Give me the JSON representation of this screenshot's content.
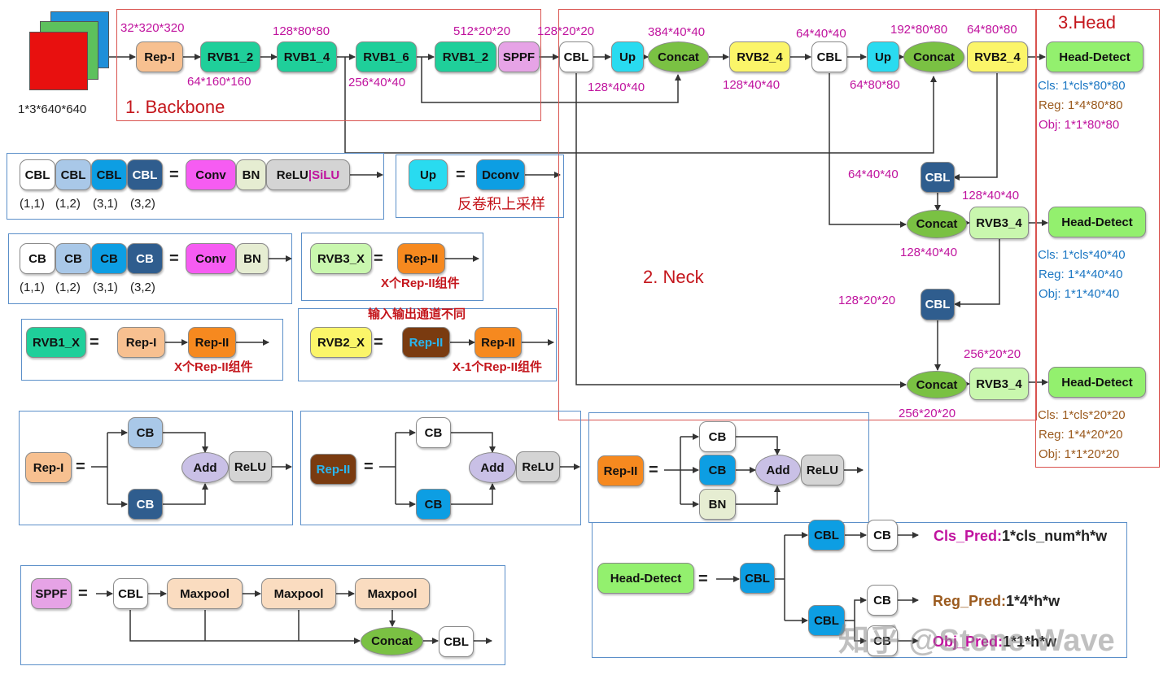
{
  "input": {
    "label": "1*3*640*640"
  },
  "sections": {
    "backbone": "1. Backbone",
    "neck": "2. Neck",
    "head": "3.Head"
  },
  "nodes": {
    "rep_i": "Rep-I",
    "rep_ii": "Rep-II",
    "rvb1_2": "RVB1_2",
    "rvb1_4": "RVB1_4",
    "rvb1_6": "RVB1_6",
    "sppf": "SPPF",
    "cbl": "CBL",
    "cb": "CB",
    "up": "Up",
    "concat": "Concat",
    "rvb2_4": "RVB2_4",
    "rvb3_4": "RVB3_4",
    "head_detect": "Head-Detect",
    "conv": "Conv",
    "bn": "BN",
    "relu": "ReLU",
    "silu": "SiLU",
    "dconv": "Dconv",
    "add": "Add",
    "maxpool": "Maxpool",
    "rvb3_x": "RVB3_X",
    "rvb1_x": "RVB1_X",
    "rvb2_x": "RVB2_X"
  },
  "dims": {
    "d32_320": "32*320*320",
    "d64_160": "64*160*160",
    "d128_80": "128*80*80",
    "d256_40": "256*40*40",
    "d512_20": "512*20*20",
    "d128_20": "128*20*20",
    "d384_40": "384*40*40",
    "d128_40": "128*40*40",
    "d64_40": "64*40*40",
    "d64_80": "64*80*80",
    "d192_80": "192*80*80",
    "d256_20": "256*20*20"
  },
  "outputs": {
    "cls80": "Cls: 1*cls*80*80",
    "reg80": "Reg: 1*4*80*80",
    "obj80": "Obj:  1*1*80*80",
    "cls40": "Cls: 1*cls*40*40",
    "reg40": "Reg: 1*4*40*40",
    "obj40": "Obj:  1*1*40*40",
    "cls20": "Cls: 1*cls*20*20",
    "reg20": "Reg: 1*4*20*20",
    "obj20": "Obj:  1*1*20*20"
  },
  "legend": {
    "params": {
      "p11": "(1,1)",
      "p12": "(1,2)",
      "p31": "(3,1)",
      "p32": "(3,2)"
    },
    "deconv_note": "反卷积上采样",
    "x_rep_ii": "X个Rep-II组件",
    "x1_rep_ii": "X-1个Rep-II组件",
    "io_diff": "输入输出通道不同",
    "eq": "=",
    "sep": "|"
  },
  "preds": {
    "cls_name": "Cls_Pred:",
    "cls_val": "1*cls_num*h*w",
    "reg_name": "Reg_Pred:",
    "reg_val": "1*4*h*w",
    "obj_name": "Obj_Pred:",
    "obj_val": "1*1*h*w"
  },
  "watermark": "知乎 @Stone-Wave",
  "colors": {
    "rep_i": "#f7c090",
    "rep_ii": "#f6891f",
    "rep_ii_brown": "#7a3b10",
    "rvb1": "#1fcf9a",
    "sppf": "#e6a3e6",
    "cbl": "#ffffff",
    "up": "#29dbf0",
    "concat": "#7ac143",
    "rvb2": "#fbf569",
    "rvb3": "#c9f7ae",
    "head": "#93f06e",
    "conv": "#f65cf2",
    "bn": "#e6edd2",
    "relu": "#d4d4d4",
    "cb_light": "#a9c8e8",
    "cb_mid": "#0d9ee3",
    "cb_dark": "#2f5d8e",
    "add": "#c9c0e6",
    "maxpool": "#fadcc0",
    "dconv": "#0d9ee3"
  }
}
